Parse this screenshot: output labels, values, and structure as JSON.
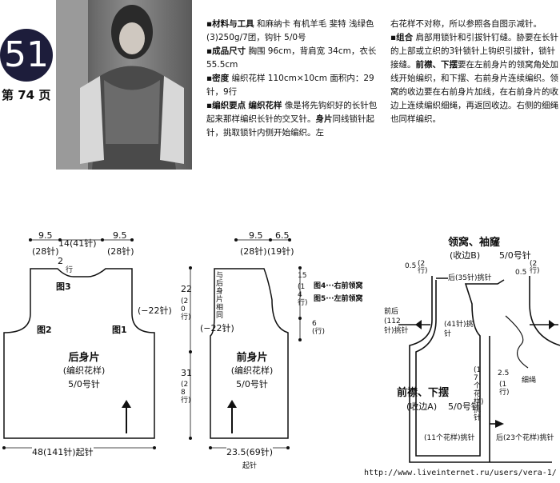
{
  "badge": "51",
  "page_ref": "第 74 页",
  "materials": {
    "title": "材料与工具",
    "text": "和麻纳卡 有机羊毛 斐特 浅绿色(3)250g/7团，钩针 5/0号"
  },
  "size": {
    "title": "成品尺寸",
    "text": "胸围 96cm，背肩宽 34cm，衣长 55.5cm"
  },
  "gauge": {
    "title": "密度",
    "text": "编织花样 110cm×10cm 面积内：29针，9行"
  },
  "key_points": {
    "title": "编织要点",
    "sub": "编织花样",
    "text1": "像是将先钩织好的长针包起来那样编织长针的交叉针。",
    "text2_title": "身片",
    "text2": "同线锁针起针，挑取锁针内侧开始编织。左"
  },
  "col2": {
    "text1": "右花样不对称，所以参照各自图示减针。",
    "assemble_title": "组合",
    "assemble": "肩部用锁针和引拔针钉缝。胁要在长针的上部或立织的3针锁针上钩织引拔针，锁针接缝。",
    "front_title": "前襟、下摆",
    "front": "要在左前身片的领窝角处加线开始编织，和下摆、右前身片连续编织。领窝的收边要在右前身片加线，在右前身片的收边上连续编织细绳，再返回收边。右侧的细绳也同样编织。"
  },
  "back": {
    "top_left": "9.5",
    "top_left_st": "(28针)",
    "top_mid": "14(41针)",
    "top_right": "9.5",
    "top_right_st": "(28针)",
    "neck": "2",
    "neck_row": "行",
    "fig3": "图3",
    "fig2": "图2",
    "fig1": "图1",
    "side": "(−22针)",
    "name": "后身片",
    "pattern": "(编织花样)",
    "needle": "5/0号针",
    "h1": "22",
    "h1_row": "(20行)",
    "h2": "31",
    "h2_row": "(28行)",
    "bottom": "48(141针)起针"
  },
  "front": {
    "top_left": "9.5",
    "top_left_st": "(28针)",
    "top_right": "6.5",
    "top_right_st": "(19针)",
    "same": "与后身片相同",
    "side": "(−22针)",
    "name": "前身片",
    "pattern": "(编织花样)",
    "needle": "5/0号针",
    "h1": "15",
    "h1_row": "(14行)",
    "h2": "6",
    "h2_row": "(行)",
    "fig4": "图4···右前领窝",
    "fig5": "图5···左前领窝",
    "bottom": "23.5(69针)",
    "bottom_sub": "起针"
  },
  "collar": {
    "title": "领窝、袖窿",
    "sub": "(收边B)",
    "needle": "5/0号针",
    "left": "0.5",
    "left_row": "(2行)",
    "right": "0.5",
    "right_row": "(2行)",
    "back_st": "后(35针)挑针",
    "side_st": "前后(112针)挑针",
    "side2": "(41针)挑针",
    "cord": "细绳",
    "hem_title": "前襟、下摆",
    "hem_sub": "(收边A)",
    "hem_needle": "5/0号针",
    "pattern_17": "(17个花样)挑针",
    "h": "2.5",
    "h_row": "(1行)",
    "b11": "(11个花样)挑针",
    "b23": "后(23个花样)挑针"
  },
  "footer": "http://www.liveinternet.ru/users/vera-1/"
}
